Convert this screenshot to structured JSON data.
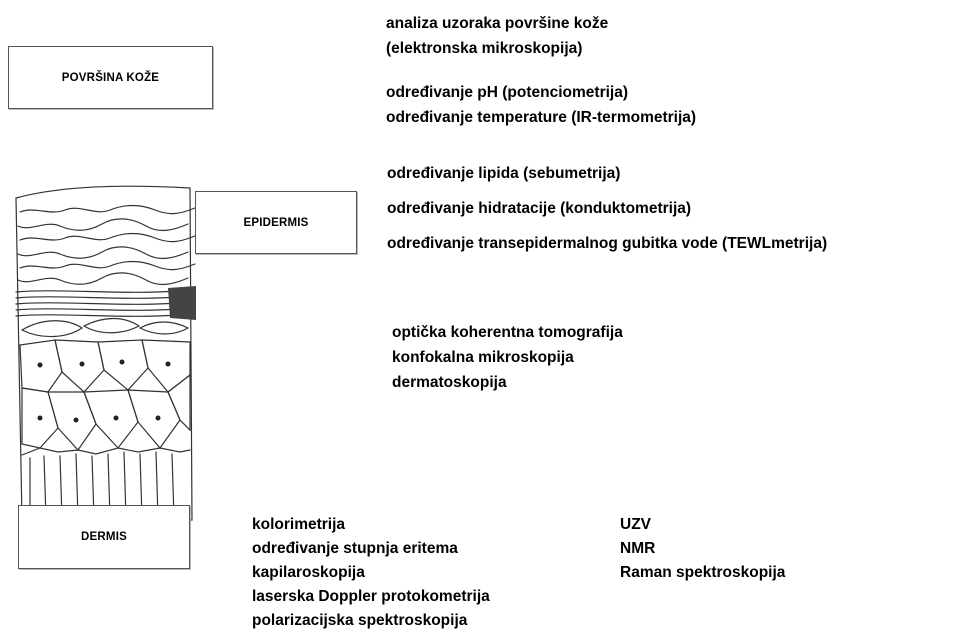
{
  "labels": {
    "surface": "POVRŠINA KOŽE",
    "epidermis": "EPIDERMIS",
    "dermis": "DERMIS"
  },
  "groups": {
    "surface_methods": [
      "analiza uzoraka površine kože",
      "(elektronska mikroskopija)"
    ],
    "ph_temp_methods": [
      "određivanje pH (potenciometrija)",
      "određivanje temperature (IR-termometrija)"
    ],
    "epidermis_methods": [
      "određivanje lipida (sebumetrija)",
      "određivanje hidratacije (konduktometrija)",
      "određivanje transepidermalnog gubitka vode (TEWLmetrija)"
    ],
    "imaging_methods": [
      "optička koherentna tomografija",
      "konfokalna mikroskopija",
      "dermatoskopija"
    ],
    "dermis_methods": [
      "kolorimetrija",
      "određivanje stupnja eritema",
      "kapilaroskopija",
      "laserska Doppler protokometrija",
      "polarizacijska spektroskopija"
    ],
    "deep_methods": [
      "UZV",
      "NMR",
      "Raman spektroskopija"
    ]
  }
}
